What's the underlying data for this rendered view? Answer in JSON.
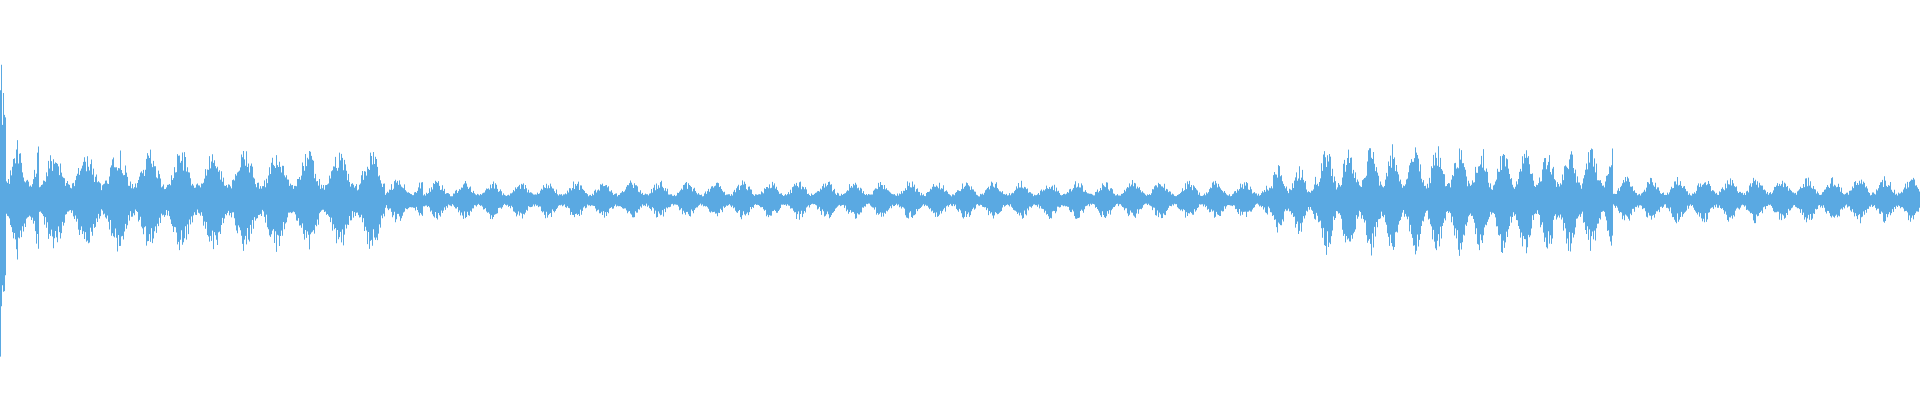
{
  "waveform": {
    "color": "#5aa9e2",
    "background": "#ffffff",
    "center_level": 0.5,
    "sample_count": 1920,
    "seed": 73,
    "segments": [
      {
        "from": 0.0,
        "to": 0.003,
        "peak": 0.82,
        "period": 0
      },
      {
        "from": 0.003,
        "to": 0.02,
        "peak": 0.3,
        "period": 0.012
      },
      {
        "from": 0.02,
        "to": 0.2,
        "peak": 0.26,
        "period": 0.0165
      },
      {
        "from": 0.2,
        "to": 0.22,
        "peak": 0.12,
        "period": 0.014
      },
      {
        "from": 0.22,
        "to": 0.66,
        "peak": 0.1,
        "period": 0.0145
      },
      {
        "from": 0.66,
        "to": 0.685,
        "peak": 0.18,
        "period": 0.011
      },
      {
        "from": 0.685,
        "to": 0.84,
        "peak": 0.28,
        "period": 0.0115
      },
      {
        "from": 0.84,
        "to": 1.0,
        "peak": 0.12,
        "period": 0.0135
      }
    ]
  }
}
